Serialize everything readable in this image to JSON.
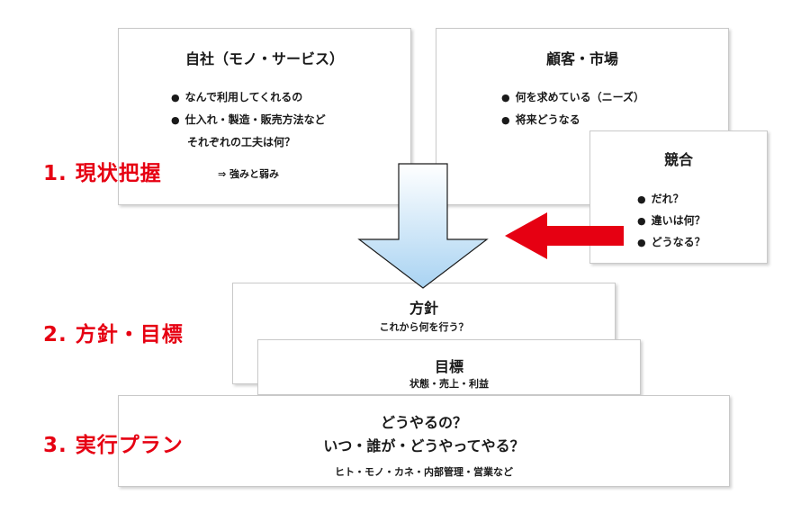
{
  "own_company": {
    "title": "自社（モノ・サービス）",
    "items": [
      "なんで利用してくれるの",
      "仕入れ・製造・販売方法など"
    ],
    "continuation": "それぞれの工夫は何？",
    "result": "⇒ 強みと弱み"
  },
  "customer_market": {
    "title": "顧客・市場",
    "items": [
      "何を求めている（ニーズ）",
      "将来どうなる"
    ]
  },
  "competition": {
    "title": "競合",
    "items": [
      "だれ？",
      "違いは何？",
      "どうなる？"
    ]
  },
  "policy": {
    "title": "方針",
    "subtitle": "これから何を行う？"
  },
  "goal": {
    "title": "目標",
    "subtitle": "状態・売上・利益"
  },
  "plan": {
    "line1": "どうやるの？",
    "line2": "いつ・誰が・どうやってやる？",
    "detail": "ヒト・モノ・カネ・内部管理・営業など"
  },
  "steps": {
    "step1": "1. 現状把握",
    "step2": "2. 方針・目標",
    "step3": "3. 実行プラン"
  },
  "colors": {
    "step_red": "#e60012",
    "arrow_red": "#e60012",
    "arrow_blue_top": "#ffffff",
    "arrow_blue_bottom": "#a9d3f2"
  }
}
